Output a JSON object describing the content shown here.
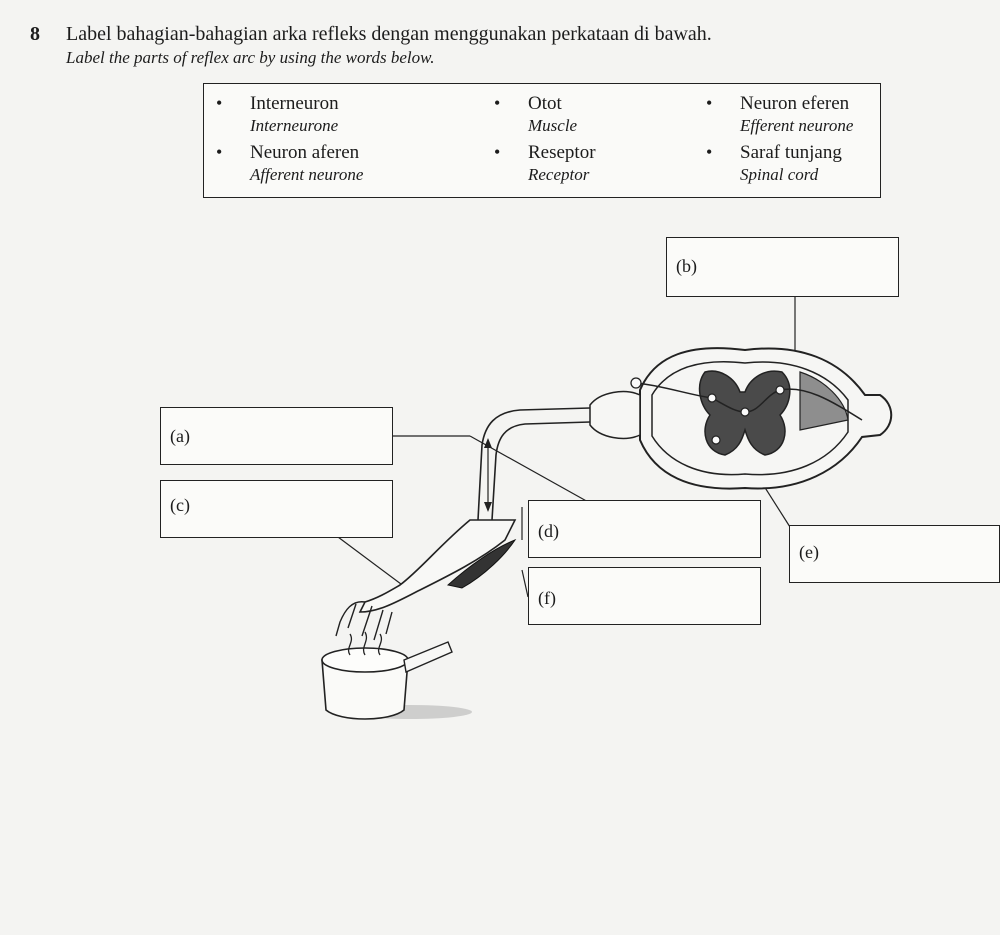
{
  "question": {
    "number": "8",
    "text_ms": "Label bahagian-bahagian arka refleks dengan menggunakan perkataan di bawah.",
    "text_en": "Label the parts of reflex arc by using the words below."
  },
  "word_bank": [
    {
      "ms": "Interneuron",
      "en": "Interneurone"
    },
    {
      "ms": "Otot",
      "en": "Muscle"
    },
    {
      "ms": "Neuron eferen",
      "en": "Efferent neurone"
    },
    {
      "ms": "Neuron aferen",
      "en": "Afferent neurone"
    },
    {
      "ms": "Reseptor",
      "en": "Receptor"
    },
    {
      "ms": "Saraf tunjang",
      "en": "Spinal cord"
    }
  ],
  "bullet_symbol": "•",
  "label_boxes": {
    "a": "(a)",
    "b": "(b)",
    "c": "(c)",
    "d": "(d)",
    "e": "(e)",
    "f": "(f)"
  }
}
